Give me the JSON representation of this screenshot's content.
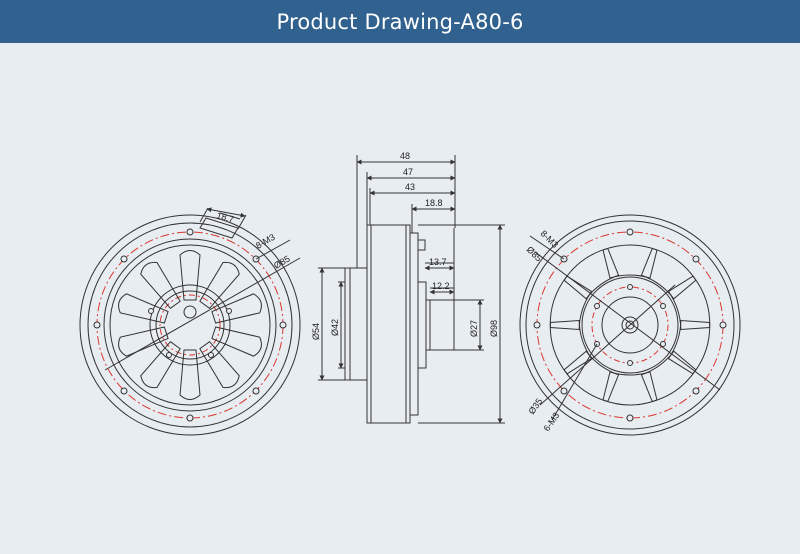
{
  "title": "Product Drawing-A80-6",
  "colors": {
    "header_bg": "#30618f",
    "background": "#e8edf2",
    "line": "#333333",
    "center_line": "#d9382f"
  },
  "front_view": {
    "dim_tab": "18.7",
    "dim_holes": "8-M3",
    "dim_bolt_circle": "Ø85"
  },
  "side_view": {
    "dim_48": "48",
    "dim_47": "47",
    "dim_43": "43",
    "dim_18_8": "18.8",
    "dim_13_7": "13.7",
    "dim_12_2": "12.2",
    "dim_54": "Ø54",
    "dim_42": "Ø42",
    "dim_27": "Ø27",
    "dim_98": "Ø98"
  },
  "back_view": {
    "dim_holes_outer": "8-M3",
    "dim_bolt_circle": "Ø85",
    "dim_inner_circle": "Ø35",
    "dim_holes_inner": "6-M3"
  }
}
